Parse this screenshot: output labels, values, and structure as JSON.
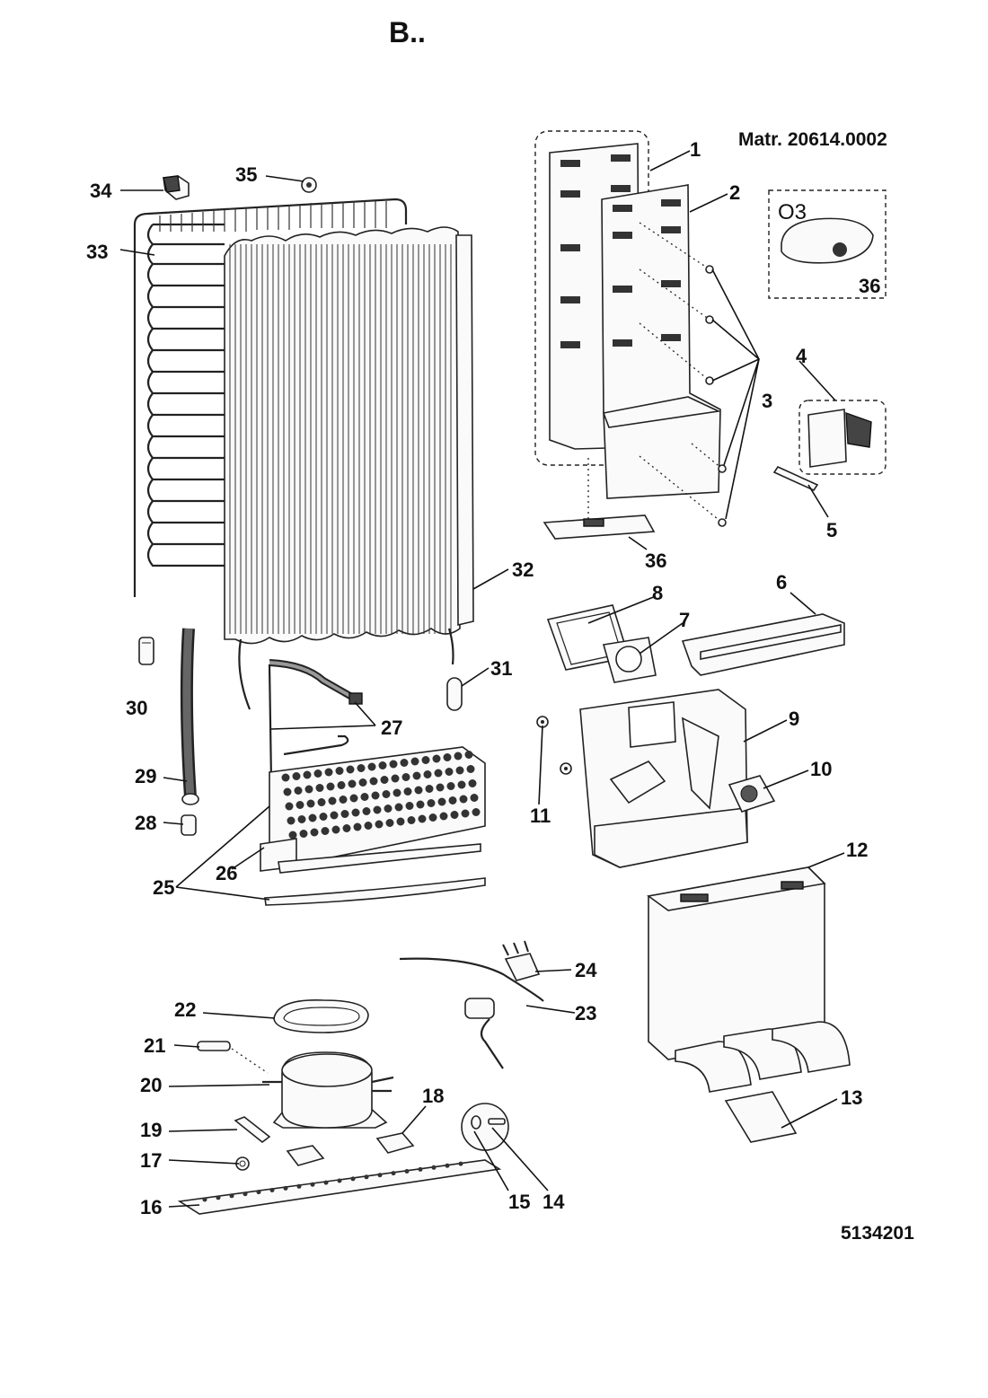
{
  "header": {
    "title": "B..",
    "material": "Matr. 20614.0002"
  },
  "footer": {
    "document_number": "5134201"
  },
  "inset": {
    "label": "O3",
    "part": "36"
  },
  "callouts": [
    {
      "id": "p1",
      "text": "1"
    },
    {
      "id": "p2",
      "text": "2"
    },
    {
      "id": "p3",
      "text": "3"
    },
    {
      "id": "p4",
      "text": "4"
    },
    {
      "id": "p5",
      "text": "5"
    },
    {
      "id": "p6",
      "text": "6"
    },
    {
      "id": "p7",
      "text": "7"
    },
    {
      "id": "p8",
      "text": "8"
    },
    {
      "id": "p9",
      "text": "9"
    },
    {
      "id": "p10",
      "text": "10"
    },
    {
      "id": "p11",
      "text": "11"
    },
    {
      "id": "p12",
      "text": "12"
    },
    {
      "id": "p13",
      "text": "13"
    },
    {
      "id": "p14",
      "text": "14"
    },
    {
      "id": "p15",
      "text": "15"
    },
    {
      "id": "p16",
      "text": "16"
    },
    {
      "id": "p17",
      "text": "17"
    },
    {
      "id": "p18",
      "text": "18"
    },
    {
      "id": "p19",
      "text": "19"
    },
    {
      "id": "p20",
      "text": "20"
    },
    {
      "id": "p21",
      "text": "21"
    },
    {
      "id": "p22",
      "text": "22"
    },
    {
      "id": "p23",
      "text": "23"
    },
    {
      "id": "p24",
      "text": "24"
    },
    {
      "id": "p25",
      "text": "25"
    },
    {
      "id": "p26",
      "text": "26"
    },
    {
      "id": "p27",
      "text": "27"
    },
    {
      "id": "p28",
      "text": "28"
    },
    {
      "id": "p29",
      "text": "29"
    },
    {
      "id": "p30",
      "text": "30"
    },
    {
      "id": "p31",
      "text": "31"
    },
    {
      "id": "p32",
      "text": "32"
    },
    {
      "id": "p33",
      "text": "33"
    },
    {
      "id": "p34",
      "text": "34"
    },
    {
      "id": "p35",
      "text": "35"
    },
    {
      "id": "p36",
      "text": "36"
    }
  ]
}
